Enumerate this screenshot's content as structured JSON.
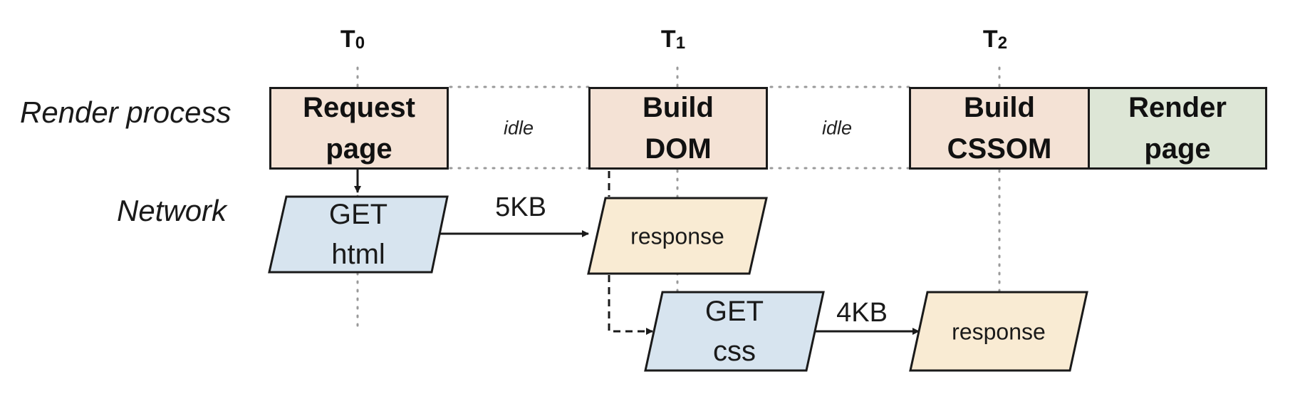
{
  "timeline": {
    "markers": [
      {
        "letter": "T",
        "sub": "0"
      },
      {
        "letter": "T",
        "sub": "1"
      },
      {
        "letter": "T",
        "sub": "2"
      }
    ]
  },
  "rows": {
    "render": "Render process",
    "network": "Network"
  },
  "render_steps": [
    {
      "label": "Request\npage",
      "fill": "#f4e2d5"
    },
    {
      "label": "Build\nDOM",
      "fill": "#f4e2d5"
    },
    {
      "label": "Build\nCSSOM",
      "fill": "#f4e2d5"
    },
    {
      "label": "Render\npage",
      "fill": "#dde6d6"
    }
  ],
  "idle_labels": [
    "idle",
    "idle"
  ],
  "network_steps": [
    {
      "label": "GET\nhtml",
      "fill": "#d7e4ef"
    },
    {
      "label": "response",
      "fill": "#f9ebd3"
    },
    {
      "label": "GET\ncss",
      "fill": "#d7e4ef"
    },
    {
      "label": "response",
      "fill": "#f9ebd3"
    }
  ],
  "transfers": [
    "5KB",
    "4KB"
  ],
  "colors": {
    "stroke": "#1a1a1a",
    "guide": "#9a9a9a"
  }
}
